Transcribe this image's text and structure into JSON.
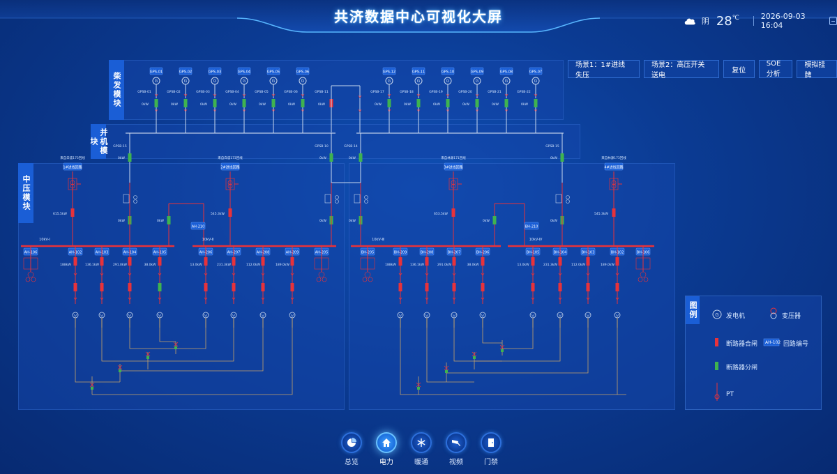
{
  "header": {
    "title": "共济数据中心可视化大屏",
    "weather_text": "阴",
    "temperature": "28",
    "temperature_unit": "℃",
    "datetime": "2026-09-03 16:04"
  },
  "modules": {
    "generation": "柴发模块",
    "parallel": "并机模块",
    "medium_voltage": "中压模块"
  },
  "scene_buttons": [
    {
      "label": "场景1：1#进线失压"
    },
    {
      "label": "场景2：高压开关送电"
    },
    {
      "label": "复位"
    },
    {
      "label": "SOE分析"
    },
    {
      "label": "模拟挂牌"
    }
  ],
  "generators": {
    "left": [
      {
        "id": "GPS-01",
        "breaker": "GPSB-01",
        "power": "0kW",
        "state": "green"
      },
      {
        "id": "GPS-02",
        "breaker": "GPSB-02",
        "power": "0kW",
        "state": "green"
      },
      {
        "id": "GPS-03",
        "breaker": "GPSB-03",
        "power": "0kW",
        "state": "green"
      },
      {
        "id": "GPS-04",
        "breaker": "GPSB-04",
        "power": "0kW",
        "state": "green"
      },
      {
        "id": "GPS-05",
        "breaker": "GPSB-05",
        "power": "0kW",
        "state": "green"
      },
      {
        "id": "GPS-06",
        "breaker": "GPSB-06",
        "power": "0kW",
        "state": "green"
      }
    ],
    "left_tie": {
      "breaker": "GPSB-11",
      "power": "0kW",
      "state": "red"
    },
    "right": [
      {
        "id": "GPS-12",
        "breaker": "GPSB-17",
        "power": "0kW",
        "state": "green"
      },
      {
        "id": "GPS-11",
        "breaker": "GPSB-18",
        "power": "0kW",
        "state": "green"
      },
      {
        "id": "GPS-10",
        "breaker": "GPSB-19",
        "power": "0kW",
        "state": "green"
      },
      {
        "id": "GPS-09",
        "breaker": "GPSB-20",
        "power": "0kW",
        "state": "green"
      },
      {
        "id": "GPS-08",
        "breaker": "GPSB-21",
        "power": "0kW",
        "state": "green"
      },
      {
        "id": "GPS-07",
        "breaker": "GPSB-22",
        "power": "0kW",
        "state": "green"
      }
    ]
  },
  "parallel_breakers": [
    {
      "id": "GPSB-15",
      "power": "0kW"
    },
    {
      "id": "GPSB-10",
      "power": "0kW"
    },
    {
      "id": "GPSB-14",
      "power": "0kW"
    },
    {
      "id": "GPSB-15",
      "power": "0kW"
    }
  ],
  "incoming_lines": [
    {
      "source": "来自白庙173回线",
      "tag": "1#进线回路",
      "power": "615.5kW"
    },
    {
      "source": "来自白庙173回线",
      "tag": "2#进线回路",
      "power": "545.3kW"
    },
    {
      "source": "来自林源171回线",
      "tag": "3#进线回路",
      "power": "653.5kW"
    },
    {
      "source": "来自林源173回线",
      "tag": "4#进线回路",
      "power": "545.3kW"
    }
  ],
  "pt_powers": [
    "0kW",
    "0kW",
    "0kW",
    "0kW",
    "0kW",
    "0kW"
  ],
  "tie_tags": [
    "AH-210",
    "BH-210"
  ],
  "buses": [
    "10kV-Ⅰ",
    "10kV-Ⅱ",
    "10kV-Ⅲ",
    "10kV-Ⅳ"
  ],
  "feeders": {
    "ah_left": [
      {
        "tag": "AH-106",
        "power": ""
      },
      {
        "tag": "AH-102",
        "power": "188kW"
      },
      {
        "tag": "AH-103",
        "power": "136.1kW"
      },
      {
        "tag": "AH-104",
        "power": "291.0kW"
      },
      {
        "tag": "AH-105",
        "power": "38.0kW"
      }
    ],
    "ah_right": [
      {
        "tag": "AH-206",
        "power": "13.0kW"
      },
      {
        "tag": "AH-207",
        "power": "231.3kW"
      },
      {
        "tag": "AH-208",
        "power": "112.0kW"
      },
      {
        "tag": "AH-209",
        "power": "189.0kW"
      },
      {
        "tag": "AH-205",
        "power": ""
      }
    ],
    "bh_left": [
      {
        "tag": "BH-205",
        "power": ""
      },
      {
        "tag": "BH-209",
        "power": "188kW"
      },
      {
        "tag": "BH-208",
        "power": "136.1kW"
      },
      {
        "tag": "BH-207",
        "power": "291.0kW"
      },
      {
        "tag": "BH-206",
        "power": "38.0kW"
      }
    ],
    "bh_right": [
      {
        "tag": "BH-105",
        "power": "13.0kW"
      },
      {
        "tag": "BH-104",
        "power": "231.3kW"
      },
      {
        "tag": "BH-103",
        "power": "112.0kW"
      },
      {
        "tag": "BH-102",
        "power": "189.0kW"
      },
      {
        "tag": "BH-106",
        "power": ""
      }
    ]
  },
  "legend": {
    "title": "图例",
    "generator": "发电机",
    "transformer": "变压器",
    "breaker_closed": "断路器合闸",
    "circuit_id": "回路编号",
    "circuit_id_sample": "AH-102",
    "breaker_open": "断路器分闸",
    "pt": "PT"
  },
  "nav": [
    {
      "label": "总览",
      "icon": "pie-chart-icon",
      "active": false
    },
    {
      "label": "电力",
      "icon": "home-icon",
      "active": true
    },
    {
      "label": "暖通",
      "icon": "snowflake-icon",
      "active": false
    },
    {
      "label": "视频",
      "icon": "camera-icon",
      "active": false
    },
    {
      "label": "门禁",
      "icon": "door-icon",
      "active": false
    }
  ],
  "colors": {
    "closed": "#e8323a",
    "open": "#3fb34f",
    "line": "#c9d8ee",
    "bus": "#e8323a",
    "feeder_line": "#c7a46a"
  }
}
